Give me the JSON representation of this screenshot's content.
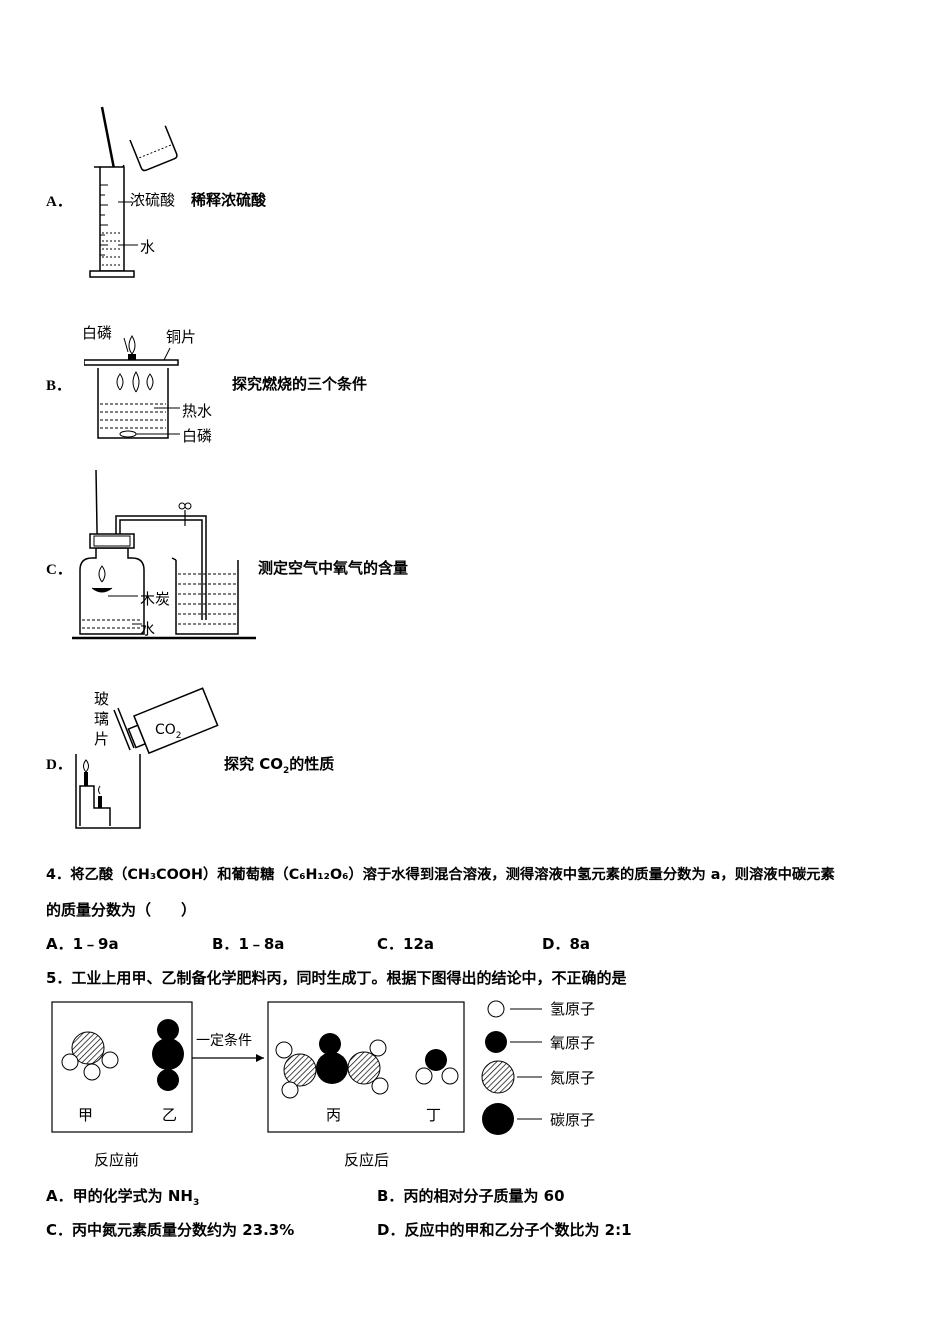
{
  "q3_options": [
    {
      "letter": "A．",
      "caption": "稀释浓硫酸",
      "labels": {
        "acid": "浓硫酸",
        "water": "水"
      }
    },
    {
      "letter": "B．",
      "caption": "探究燃烧的三个条件",
      "labels": {
        "white_p_top": "白磷",
        "copper": "铜片",
        "hot_water": "热水",
        "white_p_bottom": "白磷"
      }
    },
    {
      "letter": "C．",
      "caption": "测定空气中氧气的含量",
      "labels": {
        "charcoal": "木炭",
        "water": "水"
      }
    },
    {
      "letter": "D．",
      "caption_pre": "探究 CO",
      "caption_sub": "2",
      "caption_post": "的性质",
      "labels": {
        "glass1": "玻",
        "glass2": "璃",
        "glass3": "片",
        "co2_main": "CO",
        "co2_sub": "2"
      }
    }
  ],
  "q4": {
    "line1": "4．将乙酸（CH₃COOH）和葡萄糖（C₆H₁₂O₆）溶于水得到混合溶液，测得溶液中氢元素的质量分数为 a，则溶液中碳元素",
    "line2": "的质量分数为（　　）",
    "options": [
      {
        "letter": "A．",
        "text": "1﹣9a"
      },
      {
        "letter": "B．",
        "text": "1﹣8a"
      },
      {
        "letter": "C．",
        "text": "12a"
      },
      {
        "letter": "D．",
        "text": "8a"
      }
    ]
  },
  "q5": {
    "stem": "5．工业上用甲、乙制备化学肥料丙，同时生成丁。根据下图得出的结论中，不正确的是",
    "diagram": {
      "condition": "一定条件",
      "jia": "甲",
      "yi": "乙",
      "bing": "丙",
      "ding": "丁",
      "before": "反应前",
      "after": "反应后",
      "legend": [
        {
          "icon": "hydrogen-atom-icon",
          "label": "氢原子"
        },
        {
          "icon": "oxygen-atom-icon",
          "label": "氧原子"
        },
        {
          "icon": "nitrogen-atom-icon",
          "label": "氮原子"
        },
        {
          "icon": "carbon-atom-icon",
          "label": "碳原子"
        }
      ]
    },
    "options": [
      {
        "letter": "A．",
        "text_pre": "甲的化学式为 NH",
        "text_sub": "3",
        "text_post": ""
      },
      {
        "letter": "B．",
        "text_pre": "丙的相对分子质量为 60",
        "text_sub": "",
        "text_post": ""
      },
      {
        "letter": "C．",
        "text_pre": "丙中氮元素质量分数约为 23.3%",
        "text_sub": "",
        "text_post": ""
      },
      {
        "letter": "D．",
        "text_pre": "反应中的甲和乙分子个数比为 2:1",
        "text_sub": "",
        "text_post": ""
      }
    ]
  }
}
